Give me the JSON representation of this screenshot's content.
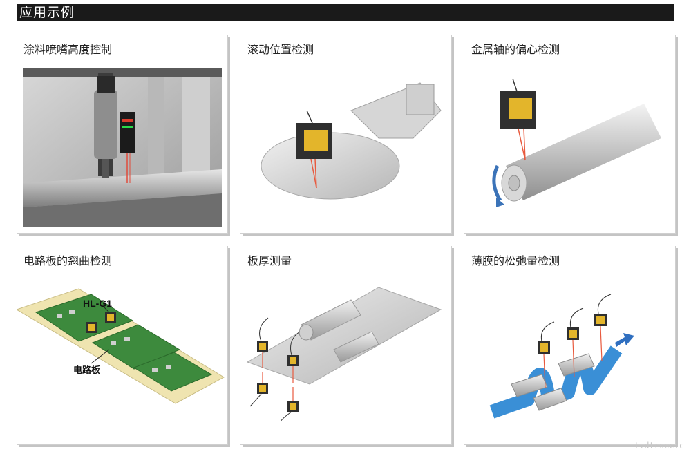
{
  "header": {
    "title": "应用示例"
  },
  "cards": [
    {
      "title": "涂料喷嘴高度控制"
    },
    {
      "title": "滚动位置检测"
    },
    {
      "title": "金属轴的偏心检测"
    },
    {
      "title": "电路板的翘曲检测",
      "sensor_label": "HL-G1",
      "board_label": "电路板"
    },
    {
      "title": "板厚测量"
    },
    {
      "title": "薄膜的松弛量检测"
    }
  ],
  "watermark": "t.dtrsec.c"
}
